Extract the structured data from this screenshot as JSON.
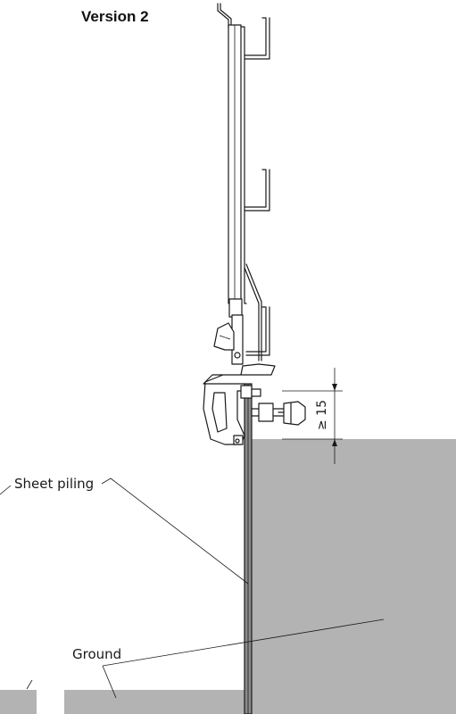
{
  "title": "Version 2",
  "labels": {
    "sheet_piling": "Sheet piling",
    "ground": "Ground",
    "dimension": "≥ 15"
  },
  "colors": {
    "ground_fill": "#b3b3b3",
    "sheet_piling_fill": "#8c8c8c",
    "line": "#1a1a1a"
  }
}
